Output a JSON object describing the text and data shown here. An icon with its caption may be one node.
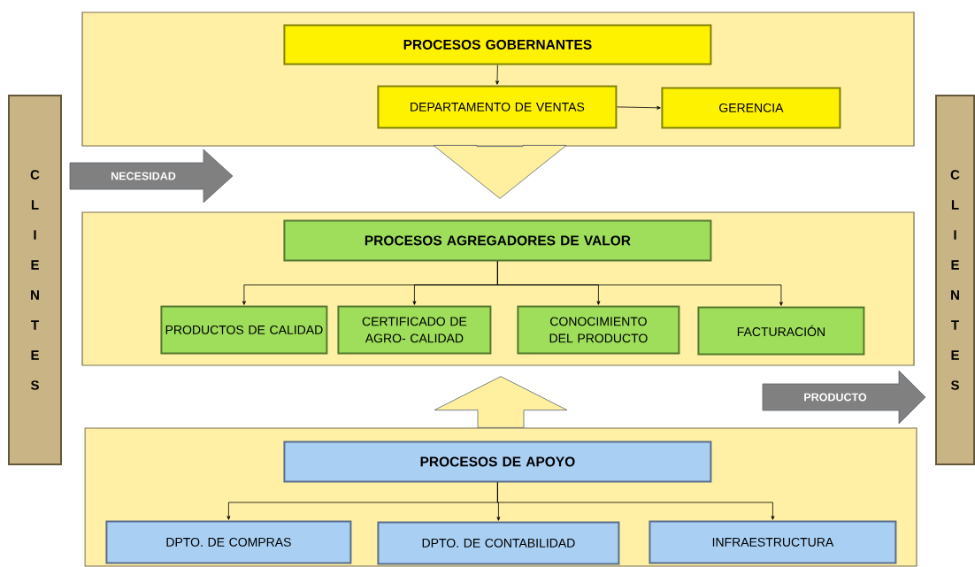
{
  "diagram": {
    "nodes": [
      {
        "text": [
          "C L I E N T E S"
        ]
      },
      {
        "text": [],
        "shape": "box"
      },
      {
        "text": [
          "PROCESOS GOBERNANTES"
        ],
        "in": 1
      },
      {
        "text": [
          "DEPARTAMENTO DE VENTAS"
        ],
        "in": 1
      },
      {
        "text": [
          "GERENCIA"
        ],
        "in": 1
      },
      {
        "text": [],
        "shape": "box"
      },
      {
        "text": [
          "PROCESOS AGREGADORES DE VALOR"
        ],
        "in": 5
      },
      {
        "text": [
          "PRODUCTOS DE CALIDAD"
        ],
        "in": 5
      },
      {
        "text": [
          "CERTIFICADO DE AGRO- CALIDAD"
        ],
        "in": 5
      },
      {
        "text": [
          "CONOCIMIENTO DEL PRODUCTO"
        ],
        "in": 5
      },
      {
        "text": [
          "FACTURACIÓN"
        ],
        "in": 5
      },
      {
        "text": [],
        "shape": "box"
      },
      {
        "text": [
          "PROCESOS DE APOYO"
        ],
        "in": 11
      },
      {
        "text": [
          "DPTO. DE COMPRAS"
        ],
        "in": 11
      },
      {
        "text": [
          "DPTO. DE CONTABILIDAD"
        ],
        "in": 11
      },
      {
        "text": [
          "INFRAESTRUCTURA"
        ],
        "in": 11
      },
      {
        "text": [
          "C L I E N T E S"
        ]
      }
    ],
    "edges": [
      {
        "from": 2,
        "to": 3,
        "arrow": "to"
      },
      {
        "from": 3,
        "to": 4,
        "arrow": "to"
      },
      {
        "from": 6,
        "to": 7,
        "arrow": "to"
      },
      {
        "from": 6,
        "to": 8,
        "arrow": "to"
      },
      {
        "from": 6,
        "to": 9,
        "arrow": "to"
      },
      {
        "from": 6,
        "to": 10,
        "arrow": "to"
      },
      {
        "from": 12,
        "to": 13,
        "arrow": "to"
      },
      {
        "from": 12,
        "to": 14,
        "arrow": "to"
      },
      {
        "from": 12,
        "to": 15,
        "arrow": "to"
      },
      {
        "from": 1,
        "to": 5,
        "arrow": "to",
        "style": "thick",
        "color": "#fff0a0"
      },
      {
        "from": 11,
        "to": 5,
        "arrow": "to",
        "style": "thick",
        "color": "#fff0a0"
      },
      {
        "from": 0,
        "to": null,
        "arrow": "to",
        "style": "thick",
        "color": "#808080",
        "label": "NECESIDAD"
      },
      {
        "from": null,
        "to": 16,
        "arrow": "to",
        "style": "thick",
        "color": "#808080",
        "label": "PRODUCTO"
      }
    ]
  }
}
